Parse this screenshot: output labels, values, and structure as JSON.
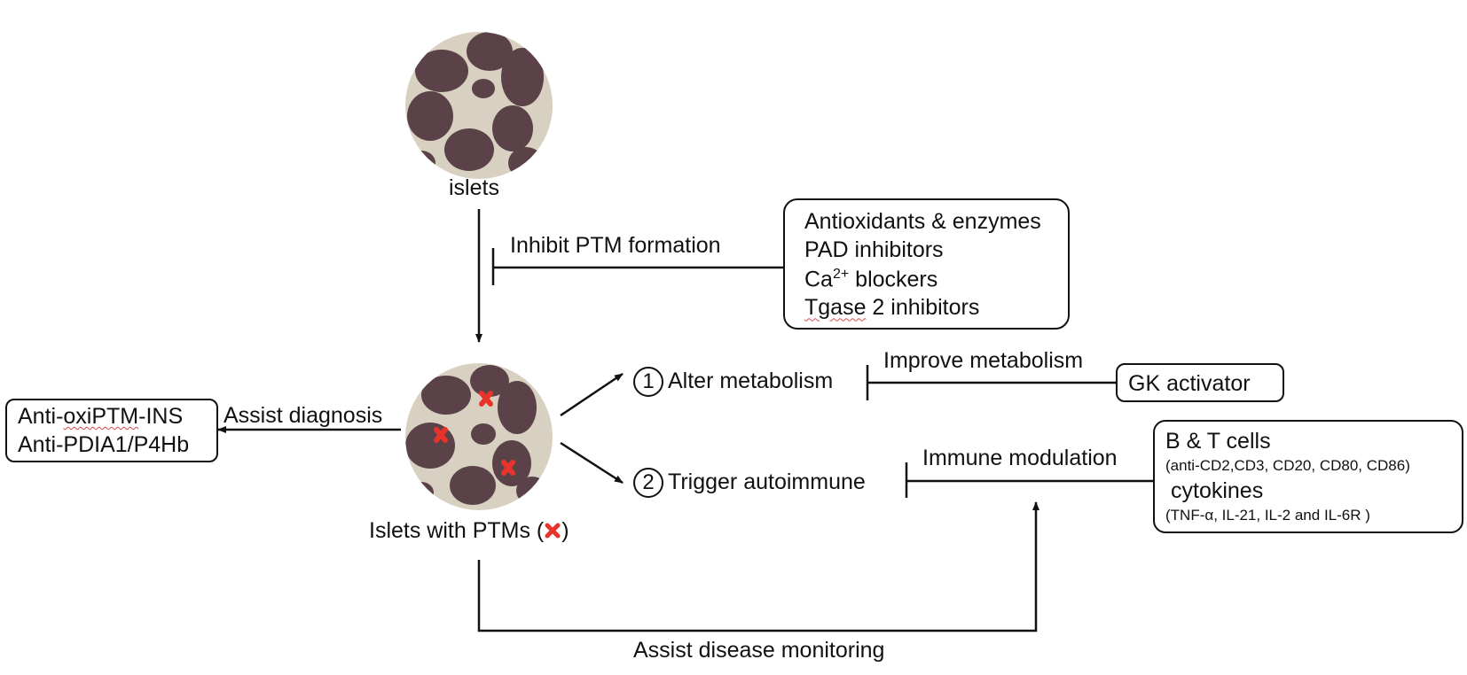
{
  "islets_label": "islets",
  "ptm_islets_label": "Islets with PTMs (",
  "ptm_islets_label_end": ")",
  "marker_color": "#e8332a",
  "arrows": {
    "inhibit_ptm": "Inhibit PTM formation",
    "assist_diagnosis": "Assist diagnosis",
    "improve_metabolism": "Improve metabolism",
    "immune_modulation": "Immune modulation",
    "assist_monitoring": "Assist disease monitoring"
  },
  "outcomes": {
    "alter": {
      "number": "1",
      "label": "Alter metabolism"
    },
    "trigger": {
      "number": "2",
      "label": "Trigger autoimmune"
    }
  },
  "inhibitors_box": {
    "line1": "Antioxidants & enzymes",
    "line2": "PAD inhibitors",
    "line3_pre": "Ca",
    "line3_sup": "2+",
    "line3_post": " blockers",
    "line4_a": "Tgase",
    "line4_b": " 2 inhibitors"
  },
  "gk_box": "GK activator",
  "diagnosis_box": {
    "line1_a": "Anti-",
    "line1_b": "oxiPTM",
    "line1_c": "-INS",
    "line2": "Anti-PDIA1/P4Hb"
  },
  "immune_box": {
    "line1": "B & T cells",
    "line2": "(anti-CD2,CD3, CD20, CD80, CD86)",
    "line3": "cytokines",
    "line4": "(TNF-α, IL-21, IL-2 and IL-6R )"
  }
}
